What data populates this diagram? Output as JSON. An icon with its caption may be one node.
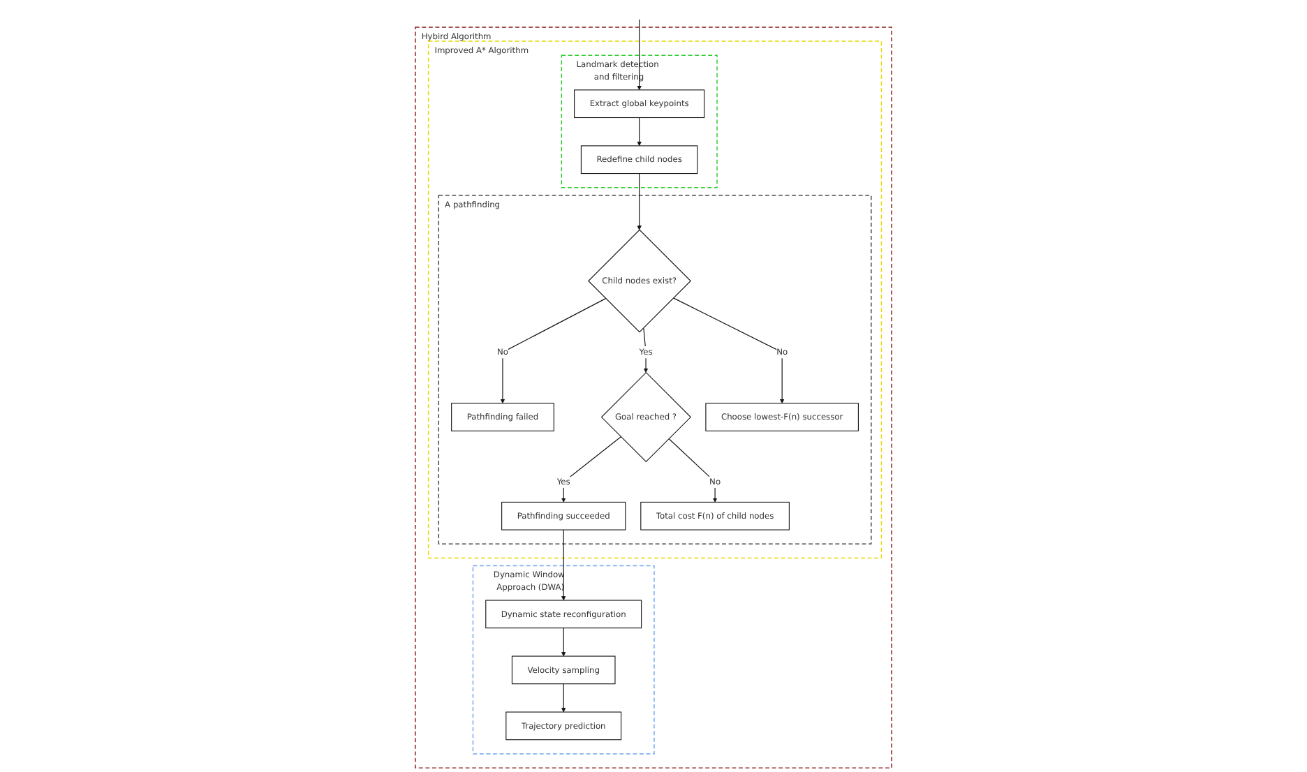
{
  "diagram": {
    "nodes": [
      {
        "text": [
          "Hybird Algorithm"
        ]
      },
      {
        "text": [
          "Improved A* Algorithm"
        ],
        "in": 0
      },
      {
        "text": [
          "Landmark detection and filtering"
        ],
        "in": 1
      },
      {
        "text": [
          "Extract global keypoints"
        ],
        "in": 2
      },
      {
        "text": [
          "Redefine child nodes"
        ],
        "in": 2
      },
      {
        "text": [
          "A pathfinding"
        ],
        "in": 1
      },
      {
        "text": [
          "Child nodes exist?"
        ],
        "in": 5
      },
      {
        "text": [
          "Pathfinding failed"
        ],
        "in": 5
      },
      {
        "text": [
          "Goal reached ?"
        ],
        "in": 5
      },
      {
        "text": [
          "Pathfinding succeeded"
        ],
        "in": 5
      },
      {
        "text": [
          "Choose lowest-F(n) successor"
        ],
        "in": 5
      },
      {
        "text": [
          "Total cost F(n) of child nodes"
        ],
        "in": 5
      },
      {
        "text": [
          "Dynamic Window Approach (DWA)"
        ],
        "in": 0
      },
      {
        "text": [
          "Dynamic state reconfiguration"
        ],
        "in": 12
      },
      {
        "text": [
          "Velocity sampling"
        ],
        "in": 12
      },
      {
        "text": [
          "Trajectory prediction"
        ],
        "in": 12
      }
    ],
    "edges": [
      {
        "from": null,
        "to": 3,
        "arrow": "to"
      },
      {
        "from": 3,
        "to": 4,
        "arrow": "to"
      },
      {
        "from": 4,
        "to": 6,
        "arrow": "to"
      },
      {
        "from": 6,
        "to": 7,
        "label": "No",
        "arrow": "to"
      },
      {
        "from": 6,
        "to": 8,
        "label": "Yes",
        "arrow": "to"
      },
      {
        "from": 6,
        "to": 10,
        "label": "No",
        "arrow": "to"
      },
      {
        "from": 8,
        "to": 9,
        "label": "Yes",
        "arrow": "to"
      },
      {
        "from": 8,
        "to": 11,
        "label": "No",
        "arrow": "to"
      },
      {
        "from": 9,
        "to": 13,
        "arrow": "to"
      },
      {
        "from": 13,
        "to": 14,
        "arrow": "to"
      },
      {
        "from": 14,
        "to": 15,
        "arrow": "to"
      }
    ]
  }
}
